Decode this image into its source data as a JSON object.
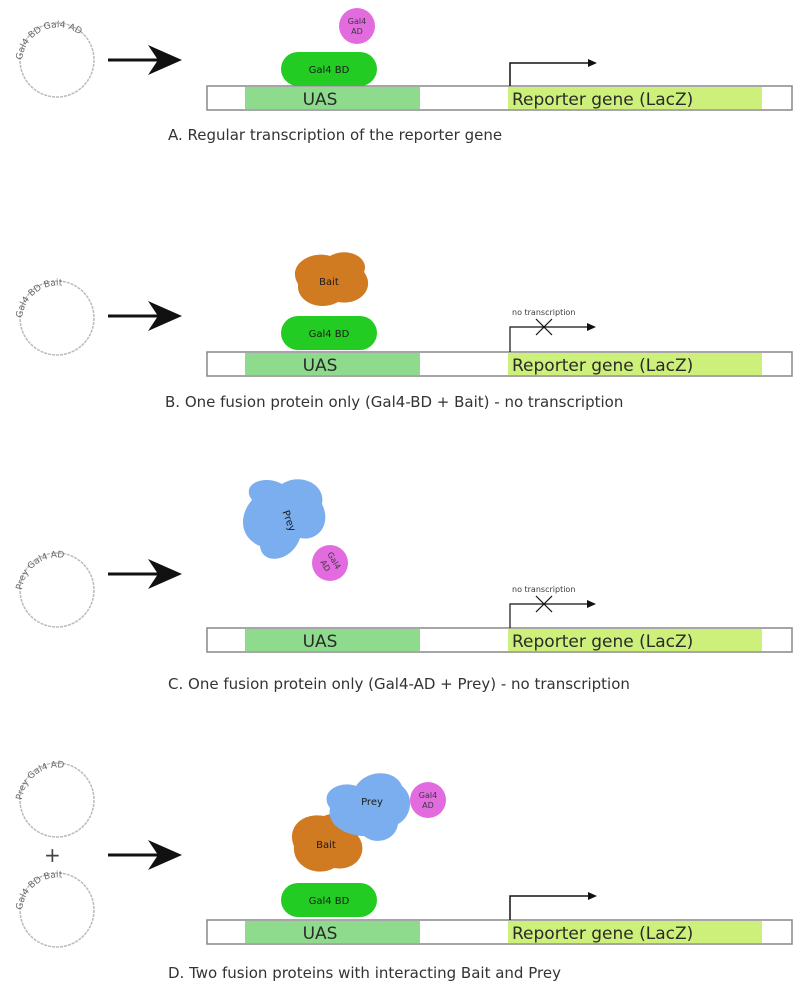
{
  "colors": {
    "uas": "#8edb8e",
    "reporter": "#ccf07a",
    "gal4bd": "#22cc22",
    "gal4ad": "#e26be0",
    "bait": "#d07a22",
    "prey": "#7aaeee",
    "track": "#ffffff",
    "track_stroke": "#888888"
  },
  "common": {
    "uas_label": "UAS",
    "reporter_label": "Reporter gene (LacZ)",
    "gal4bd_label": "Gal4 BD",
    "gal4ad_label_line1": "Gal4",
    "gal4ad_label_line2": "AD",
    "bait_label": "Bait",
    "prey_label": "Prey",
    "no_transcription_label": "no transcription",
    "plus_sign": "+"
  },
  "panels": {
    "a": {
      "plasmid_label": "Gal4 BD Gal4 AD",
      "caption": "A. Regular transcription of the reporter gene"
    },
    "b": {
      "plasmid_label": "Gal4 BD Bait",
      "caption": "B. One fusion protein only (Gal4-BD + Bait) - no transcription"
    },
    "c": {
      "plasmid_label": "Prey Gal4 AD",
      "caption": "C. One fusion protein only (Gal4-AD + Prey) - no transcription"
    },
    "d": {
      "plasmid1_label": "Prey Gal4 AD",
      "plasmid2_label": "Gal4 BD Bait",
      "caption": "D. Two fusion proteins with interacting Bait and Prey"
    }
  }
}
